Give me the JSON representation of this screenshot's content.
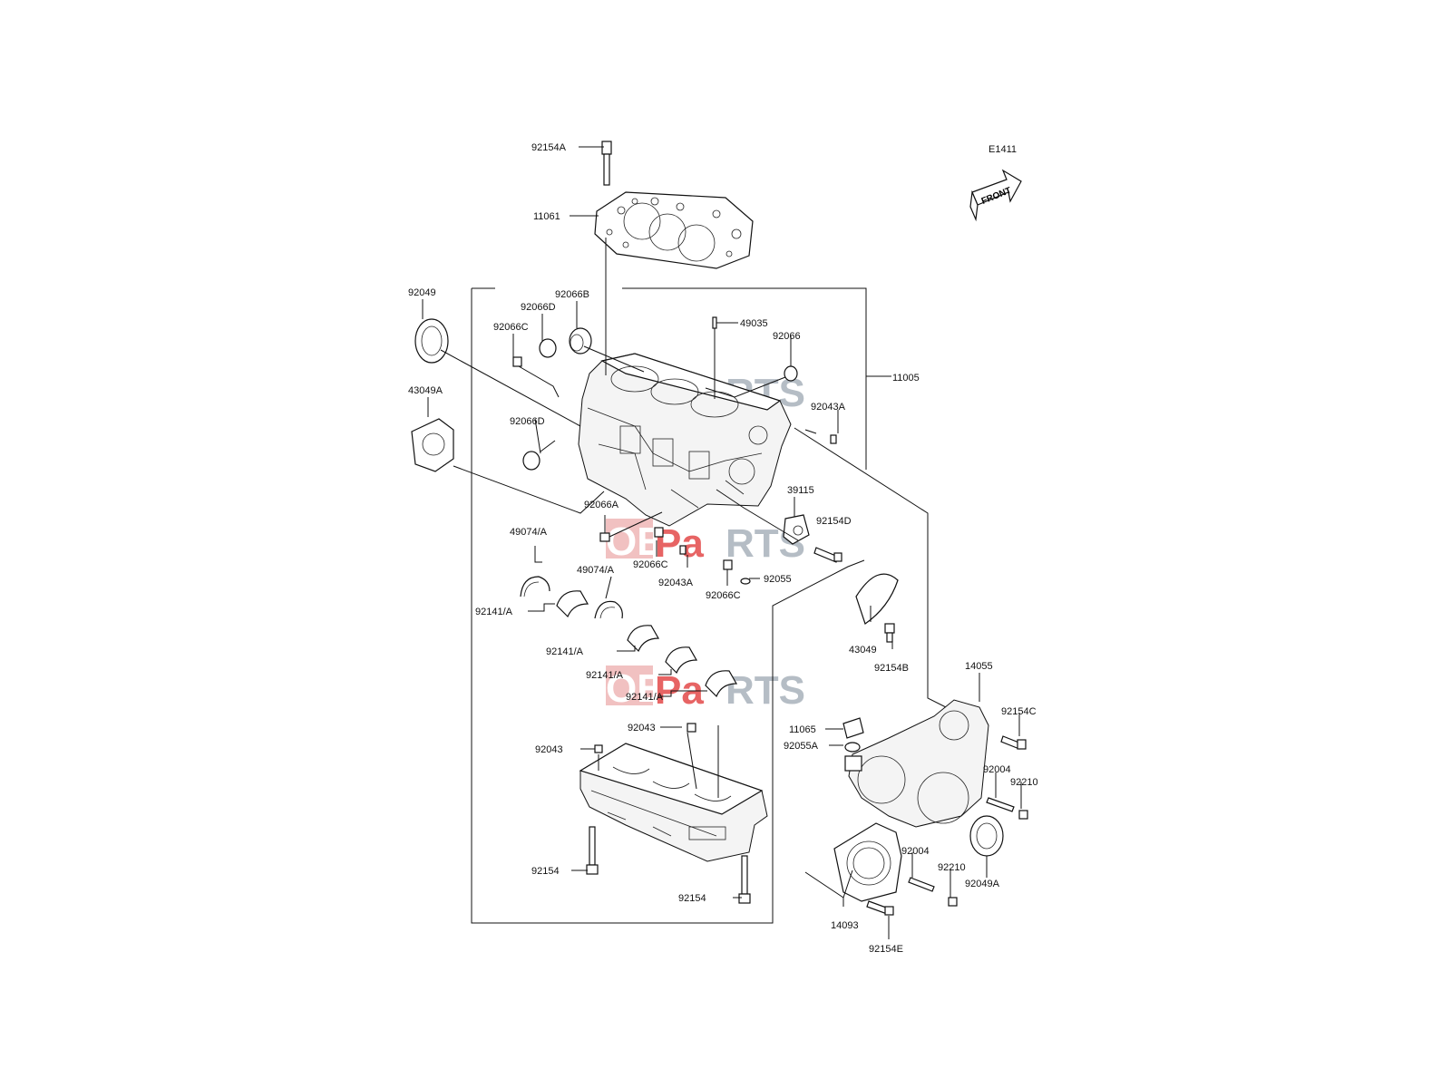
{
  "diagram_code": "E1411",
  "front_label": "FRONT",
  "watermark": {
    "oem": "OEM",
    "pa": "Pa",
    "rts": "RTS",
    "oem_color": "#e07a7a",
    "pa_color": "#e34a4a",
    "rts_color": "#a9b2bb"
  },
  "labels": [
    "92154A",
    "11061",
    "92049",
    "92066B",
    "92066D",
    "49035",
    "92066C",
    "92066",
    "11005",
    "43049A",
    "92043A",
    "92066D",
    "39115",
    "92154D",
    "92066A",
    "49074/A",
    "92066C",
    "49074/A",
    "92043A",
    "92066C",
    "92055",
    "92141/A",
    "43049",
    "92141/A",
    "92154B",
    "14055",
    "92141/A",
    "92141/A",
    "92154C",
    "11065",
    "92055A",
    "92043",
    "92043",
    "92004",
    "92210",
    "92004",
    "92210",
    "92049A",
    "92154",
    "92154",
    "14093",
    "92154E"
  ]
}
